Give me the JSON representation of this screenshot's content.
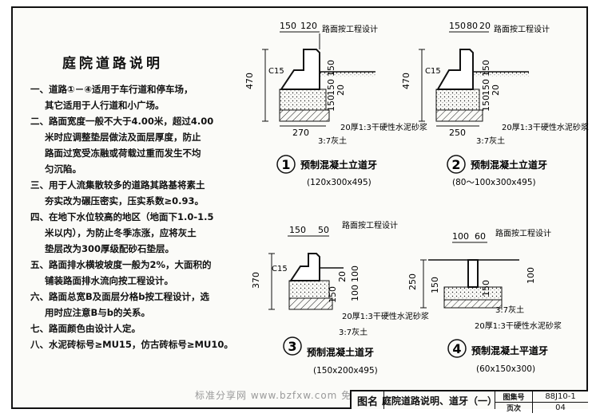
{
  "notes_title": "庭院道路说明",
  "notes": [
    {
      "text": "一、道路①－④适用于车行道和停车场，",
      "indent": false
    },
    {
      "text": "其它适用于人行道和小广场。",
      "indent": true
    },
    {
      "text": "二、路面宽度一般不大于4.00米，超过4.00",
      "indent": false
    },
    {
      "text": "米时应调整垫层做法及面层厚度，防止",
      "indent": true
    },
    {
      "text": "路面过宽受冻融或荷载过重而发生不均",
      "indent": true
    },
    {
      "text": "匀沉陷。",
      "indent": true
    },
    {
      "text": "三、用于人流集散较多的道路其路基将素土",
      "indent": false
    },
    {
      "text": "夯实改为碾压密实，压实系数≥0.93。",
      "indent": true
    },
    {
      "text": "四、在地下水位较高的地区（地面下1.0-1.5",
      "indent": false
    },
    {
      "text": "米以内），为防止冬季冻涨，应将灰土",
      "indent": true
    },
    {
      "text": "垫层改为300厚级配砂石垫层。",
      "indent": true
    },
    {
      "text": "五、路面排水横坡坡度一般为2%，大面积的",
      "indent": false
    },
    {
      "text": "铺装路面排水流向按工程设计。",
      "indent": true
    },
    {
      "text": "六、路面总宽B及面层分格b按工程设计，选",
      "indent": false
    },
    {
      "text": "用时应注意B与b的关系。",
      "indent": true
    },
    {
      "text": "七、路面颜色由设计人定。",
      "indent": false
    },
    {
      "text": "八、水泥砖标号≥MU15，仿古砖标号≥MU10。",
      "indent": false
    }
  ],
  "common": {
    "road_design": "路面按工程设计",
    "mortar": "20厚1:3干硬性水泥砂浆",
    "lime_soil": "3:7灰土",
    "concrete": "C15"
  },
  "diagrams": [
    {
      "num": "1",
      "caption": "预制混凝土立道牙",
      "spec": "(120x300x495)",
      "top_dims": [
        "150",
        "120"
      ],
      "height": "470",
      "right_dims": [
        "150",
        "150",
        "20"
      ],
      "left_dims": [
        "150"
      ],
      "bottom": "270"
    },
    {
      "num": "2",
      "caption": "预制混凝土立道牙",
      "spec": "(80～100x300x495)",
      "top_dims": [
        "150",
        "80",
        "20"
      ],
      "height": "470",
      "right_dims": [
        "150",
        "150",
        "20"
      ],
      "left_dims": [
        "150"
      ],
      "bottom": "250"
    },
    {
      "num": "3",
      "caption": "预制混凝土道牙",
      "spec": "(150x200x495)",
      "top_dims": [
        "150",
        "50"
      ],
      "height": "370",
      "right_dims": [
        "20",
        "100",
        "100"
      ],
      "left_dims": [
        "150"
      ],
      "bottom": ""
    },
    {
      "num": "4",
      "caption": "预制混凝土平道牙",
      "spec": "(60x150x300)",
      "top_dims": [
        "100",
        "60"
      ],
      "height": "250",
      "right_dims": [
        "100",
        "150"
      ],
      "left_dims": [
        "150"
      ],
      "bottom": ""
    }
  ],
  "title_block": {
    "name_label": "图名",
    "title": "庭院道路说明、道牙（一）",
    "atlas_label": "图集号",
    "atlas_value": "88J10-1",
    "page_label": "页次",
    "page_value": "04"
  },
  "watermark": "标准分享网  www.bzfxw.com  免费下载"
}
